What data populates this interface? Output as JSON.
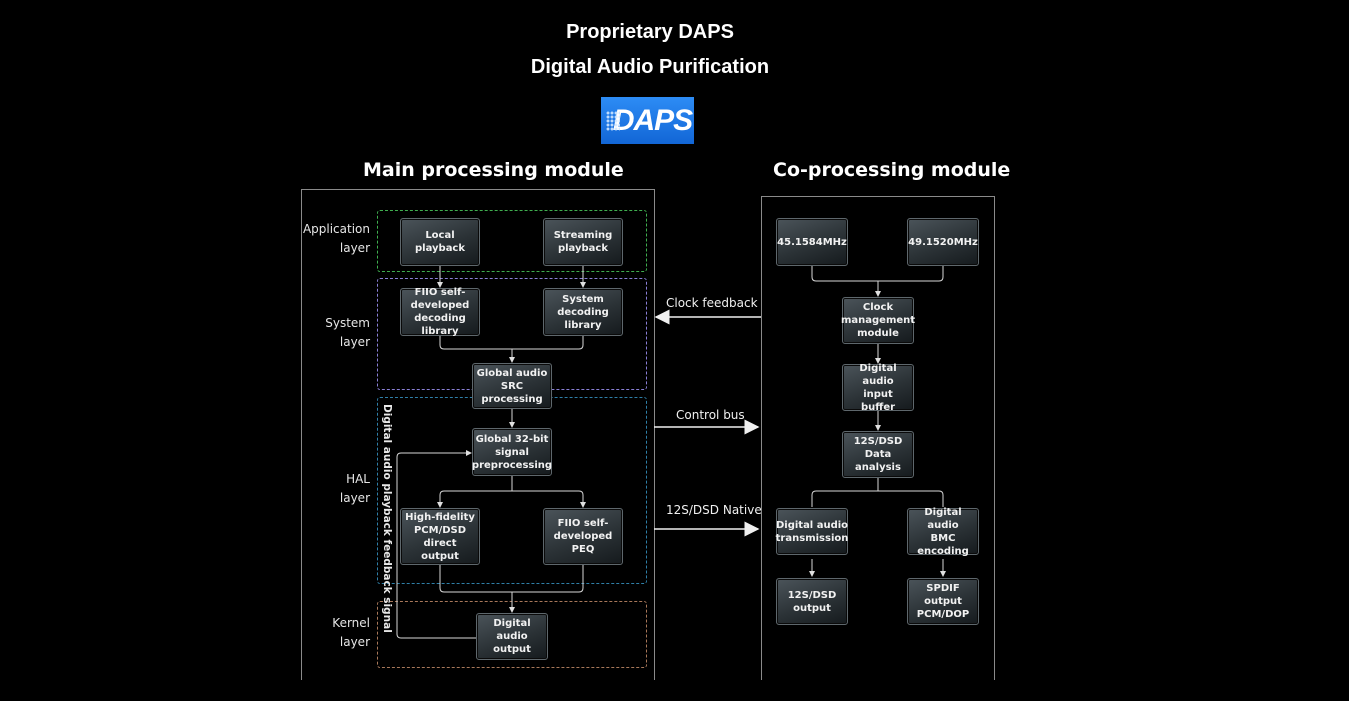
{
  "header": {
    "title_line1": "Proprietary DAPS",
    "title_line2": "Digital Audio Purification",
    "logo_text": "DAPS",
    "logo_color": "#1E7BEA"
  },
  "main_module": {
    "title": "Main processing module",
    "layers": [
      {
        "id": "application",
        "label": "Application\nlayer",
        "color": "#3fae4f"
      },
      {
        "id": "system",
        "label": "System\nlayer",
        "color": "#8a7fd6"
      },
      {
        "id": "hal",
        "label": "HAL\nlayer",
        "color": "#2f7fa8"
      },
      {
        "id": "kernel",
        "label": "Kernel\nlayer",
        "color": "#a8785a"
      }
    ],
    "boxes": {
      "local_playback": "Local\nplayback",
      "streaming_playback": "Streaming\nplayback",
      "fiio_decoding": "FIIO self-\ndeveloped\ndecoding library",
      "system_decoding": "System\ndecoding\nlibrary",
      "global_src": "Global audio\nSRC processing",
      "global_32bit": "Global 32-bit\nsignal\npreprocessing",
      "hifi_output": "High-fidelity\nPCM/DSD\ndirect output",
      "fiio_peq": "FIIO self-\ndeveloped\nPEQ",
      "digital_output": "Digital audio\noutput"
    },
    "feedback_label": "Digital audio playback feedback signal"
  },
  "connections": {
    "clock_feedback": "Clock feedback",
    "control_bus": "Control bus",
    "i2s_native": "12S/DSD Native"
  },
  "co_module": {
    "title": "Co-processing module",
    "boxes": {
      "clock_45": "45.1584MHz",
      "clock_49": "49.1520MHz",
      "clock_mgmt": "Clock\nmanagement\nmodule",
      "input_buffer": "Digital audio\ninput buffer",
      "data_analysis": "12S/DSD\nData analysis",
      "transmission": "Digital audio\ntransmission",
      "bmc_encoding": "Digital audio\nBMC encoding",
      "i2s_output": "12S/DSD\noutput",
      "spdif_output": "SPDIF output\nPCM/DOP"
    }
  }
}
